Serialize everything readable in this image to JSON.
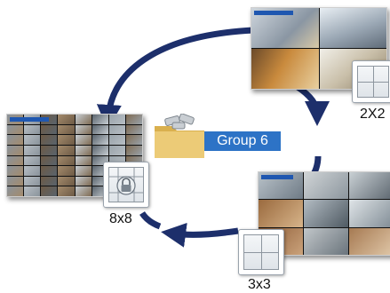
{
  "group": {
    "label": "Group 6",
    "folder_icon": "folder-with-cameras-icon"
  },
  "layouts": [
    {
      "id": "2x2",
      "label": "2X2",
      "icon": "quad-grid-icon"
    },
    {
      "id": "3x3",
      "label": "3x3",
      "icon": "quad-grid-icon"
    },
    {
      "id": "8x8",
      "label": "8x8",
      "icon": "lock-grid-icon"
    }
  ],
  "colors": {
    "arrow": "#1d2f6b",
    "group_label_bg": "#2d73c6",
    "group_label_text": "#ffffff",
    "folder": "#e8c46a"
  }
}
